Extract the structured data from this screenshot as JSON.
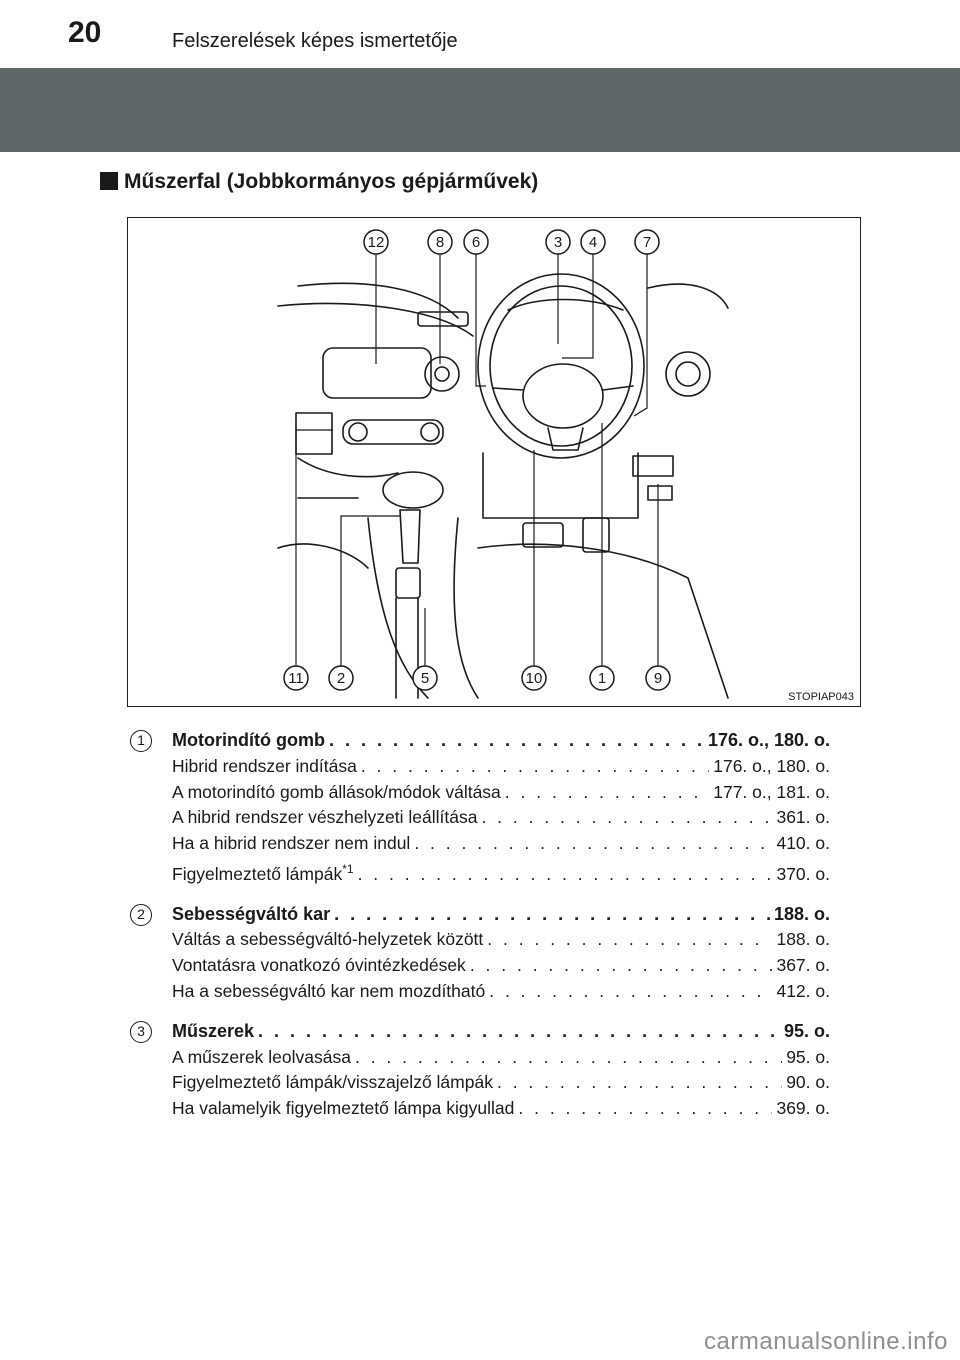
{
  "header": {
    "page_number": "20",
    "section": "Felszerelések képes ismertetője"
  },
  "section_title": "Műszerfal (Jobbkormányos gépjárművek)",
  "figure": {
    "code": "STOPIAP043",
    "top_callouts": [
      "12",
      "8",
      "6",
      "3",
      "4",
      "7"
    ],
    "bottom_callouts": [
      "11",
      "2",
      "5",
      "10",
      "1",
      "9"
    ]
  },
  "entries": [
    {
      "number": "1",
      "title": "Motorindító gomb",
      "title_pages": "176. o., 180. o.",
      "items": [
        {
          "text": "Hibrid rendszer indítása",
          "pages": "176. o., 180. o."
        },
        {
          "text": "A motorindító gomb állások/módok váltása",
          "pages": "177. o., 181. o."
        },
        {
          "text": "A hibrid rendszer vészhelyzeti leállítása",
          "pages": "361. o."
        },
        {
          "text": "Ha a hibrid rendszer nem indul",
          "pages": "410. o."
        },
        {
          "text": "Figyelmeztető lámpák",
          "sup": "*1",
          "pages": "370. o."
        }
      ]
    },
    {
      "number": "2",
      "title": "Sebességváltó kar",
      "title_pages": "188. o.",
      "items": [
        {
          "text": "Váltás a sebességváltó-helyzetek között",
          "pages": "188. o."
        },
        {
          "text": "Vontatásra vonatkozó óvintézkedések",
          "pages": "367. o."
        },
        {
          "text": "Ha a sebességváltó kar nem mozdítható",
          "pages": "412. o."
        }
      ]
    },
    {
      "number": "3",
      "title": "Műszerek",
      "title_pages": "95. o.",
      "items": [
        {
          "text": "A műszerek leolvasása",
          "pages": "95. o."
        },
        {
          "text": "Figyelmeztető lámpák/visszajelző lámpák",
          "pages": "90. o."
        },
        {
          "text": "Ha valamelyik figyelmeztető lámpa kigyullad",
          "pages": "369. o."
        }
      ]
    }
  ],
  "watermark": "carmanualsonline.info"
}
